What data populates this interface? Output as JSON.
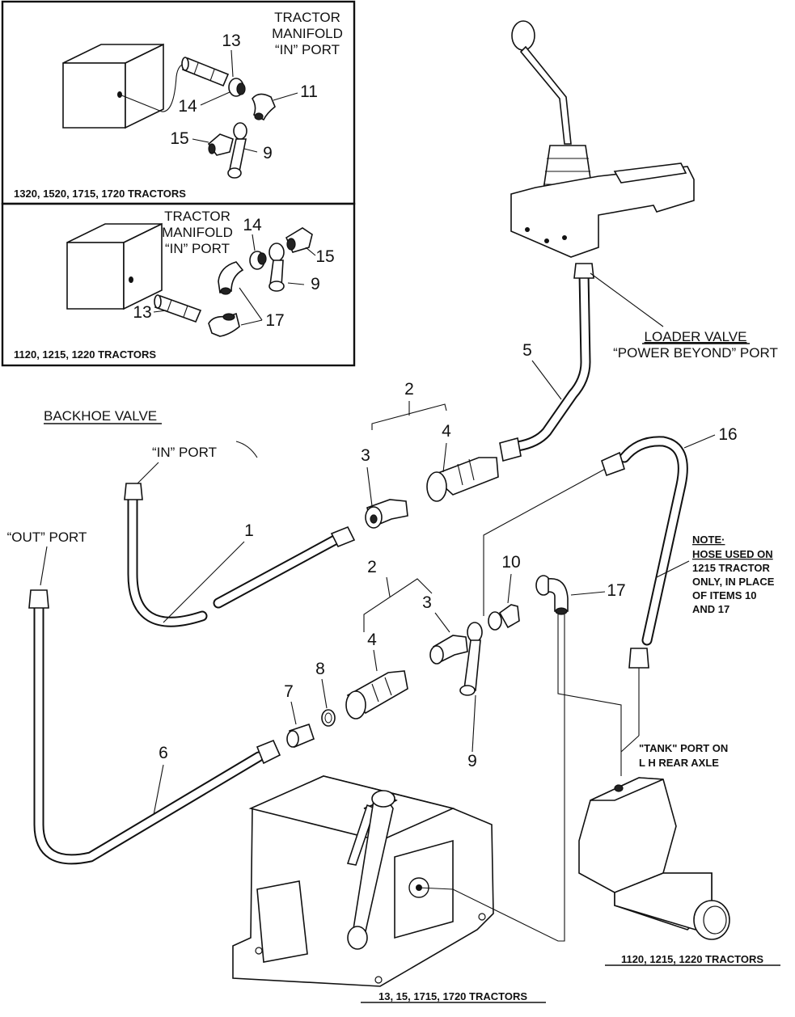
{
  "inset_top": {
    "header": [
      "TRACTOR",
      "MANIFOLD",
      "“IN” PORT"
    ],
    "caption": "1320, 1520, 1715, 1720 TRACTORS",
    "callouts": {
      "c13": "13",
      "c14": "14",
      "c11": "11",
      "c15": "15",
      "c9": "9"
    }
  },
  "inset_bottom": {
    "header": [
      "TRACTOR",
      "MANIFOLD",
      "“IN” PORT"
    ],
    "caption": "1120, 1215, 1220 TRACTORS",
    "callouts": {
      "c14": "14",
      "c15": "15",
      "c9": "9",
      "c13": "13",
      "c17": "17"
    }
  },
  "labels": {
    "loader_valve": "LOADER VALVE",
    "power_beyond": "“POWER BEYOND” PORT",
    "backhoe_valve": "BACKHOE VALVE",
    "in_port": "“IN” PORT",
    "out_port": "“OUT” PORT",
    "tank_port": [
      "\"TANK\" PORT ON",
      "L H  REAR AXLE"
    ],
    "caption_right": "1120, 1215, 1220 TRACTORS",
    "caption_bottom": "13, 15, 1715, 1720 TRACTORS"
  },
  "note": {
    "title": "NOTE·",
    "lines": [
      "HOSE USED ON",
      "1215 TRACTOR",
      "ONLY, IN PLACE",
      "OF ITEMS 10",
      "AND 17"
    ]
  },
  "callouts": {
    "c1": "1",
    "c2a": "2",
    "c3a": "3",
    "c4a": "4",
    "c5": "5",
    "c2b": "2",
    "c3b": "3",
    "c4b": "4",
    "c6": "6",
    "c7": "7",
    "c8": "8",
    "c9": "9",
    "c10": "10",
    "c16": "16",
    "c17": "17"
  }
}
